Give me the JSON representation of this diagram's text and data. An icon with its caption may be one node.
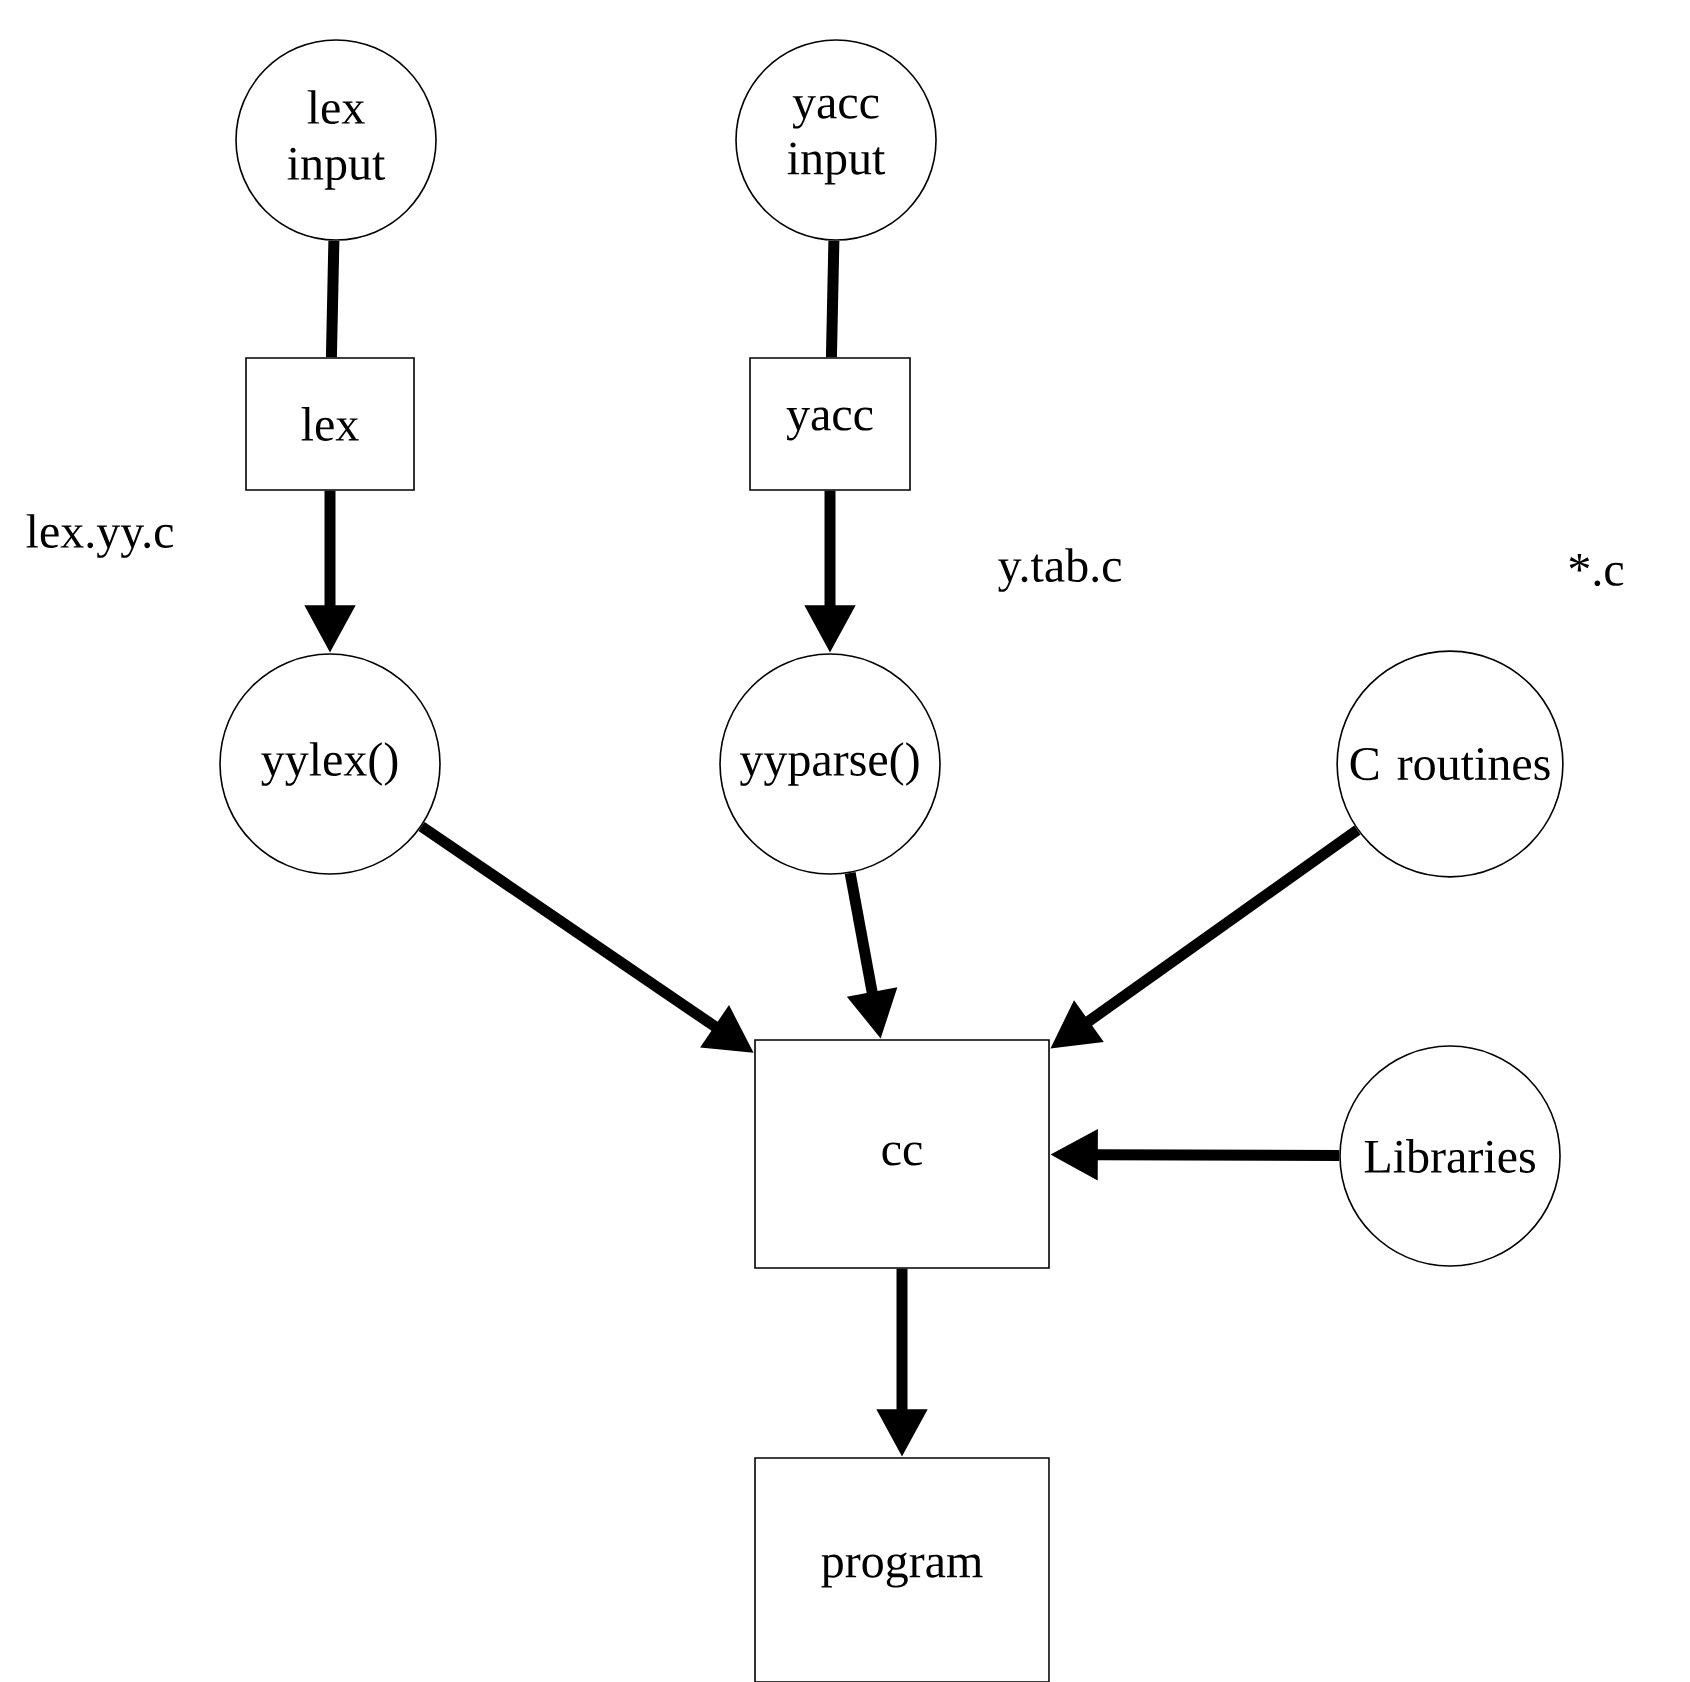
{
  "diagram": {
    "nodes": [
      {
        "text": [
          "lex input"
        ]
      },
      {
        "text": [
          "yacc input"
        ]
      },
      {
        "text": [
          "lex"
        ]
      },
      {
        "text": [
          "yacc"
        ]
      },
      {
        "text": [
          "yylex()"
        ]
      },
      {
        "text": [
          "yyparse()"
        ]
      },
      {
        "text": [
          "C routines"
        ]
      },
      {
        "text": [
          "cc"
        ]
      },
      {
        "text": [
          "Libraries"
        ]
      },
      {
        "text": [
          "program"
        ]
      }
    ],
    "edges": [
      {
        "from": 0,
        "to": 2,
        "arrow": "none"
      },
      {
        "from": 2,
        "to": 4,
        "arrow": "to"
      },
      {
        "from": 1,
        "to": 3,
        "arrow": "none"
      },
      {
        "from": 3,
        "to": 5,
        "arrow": "to"
      },
      {
        "from": 4,
        "to": 7,
        "arrow": "to"
      },
      {
        "from": 5,
        "to": 7,
        "arrow": "to"
      },
      {
        "from": 6,
        "to": 7,
        "arrow": "to"
      },
      {
        "from": 8,
        "to": 7,
        "arrow": "to"
      },
      {
        "from": 7,
        "to": 9,
        "arrow": "to"
      }
    ],
    "labels": [
      "lex.yy.c",
      "y.tab.c",
      "*.c"
    ]
  }
}
